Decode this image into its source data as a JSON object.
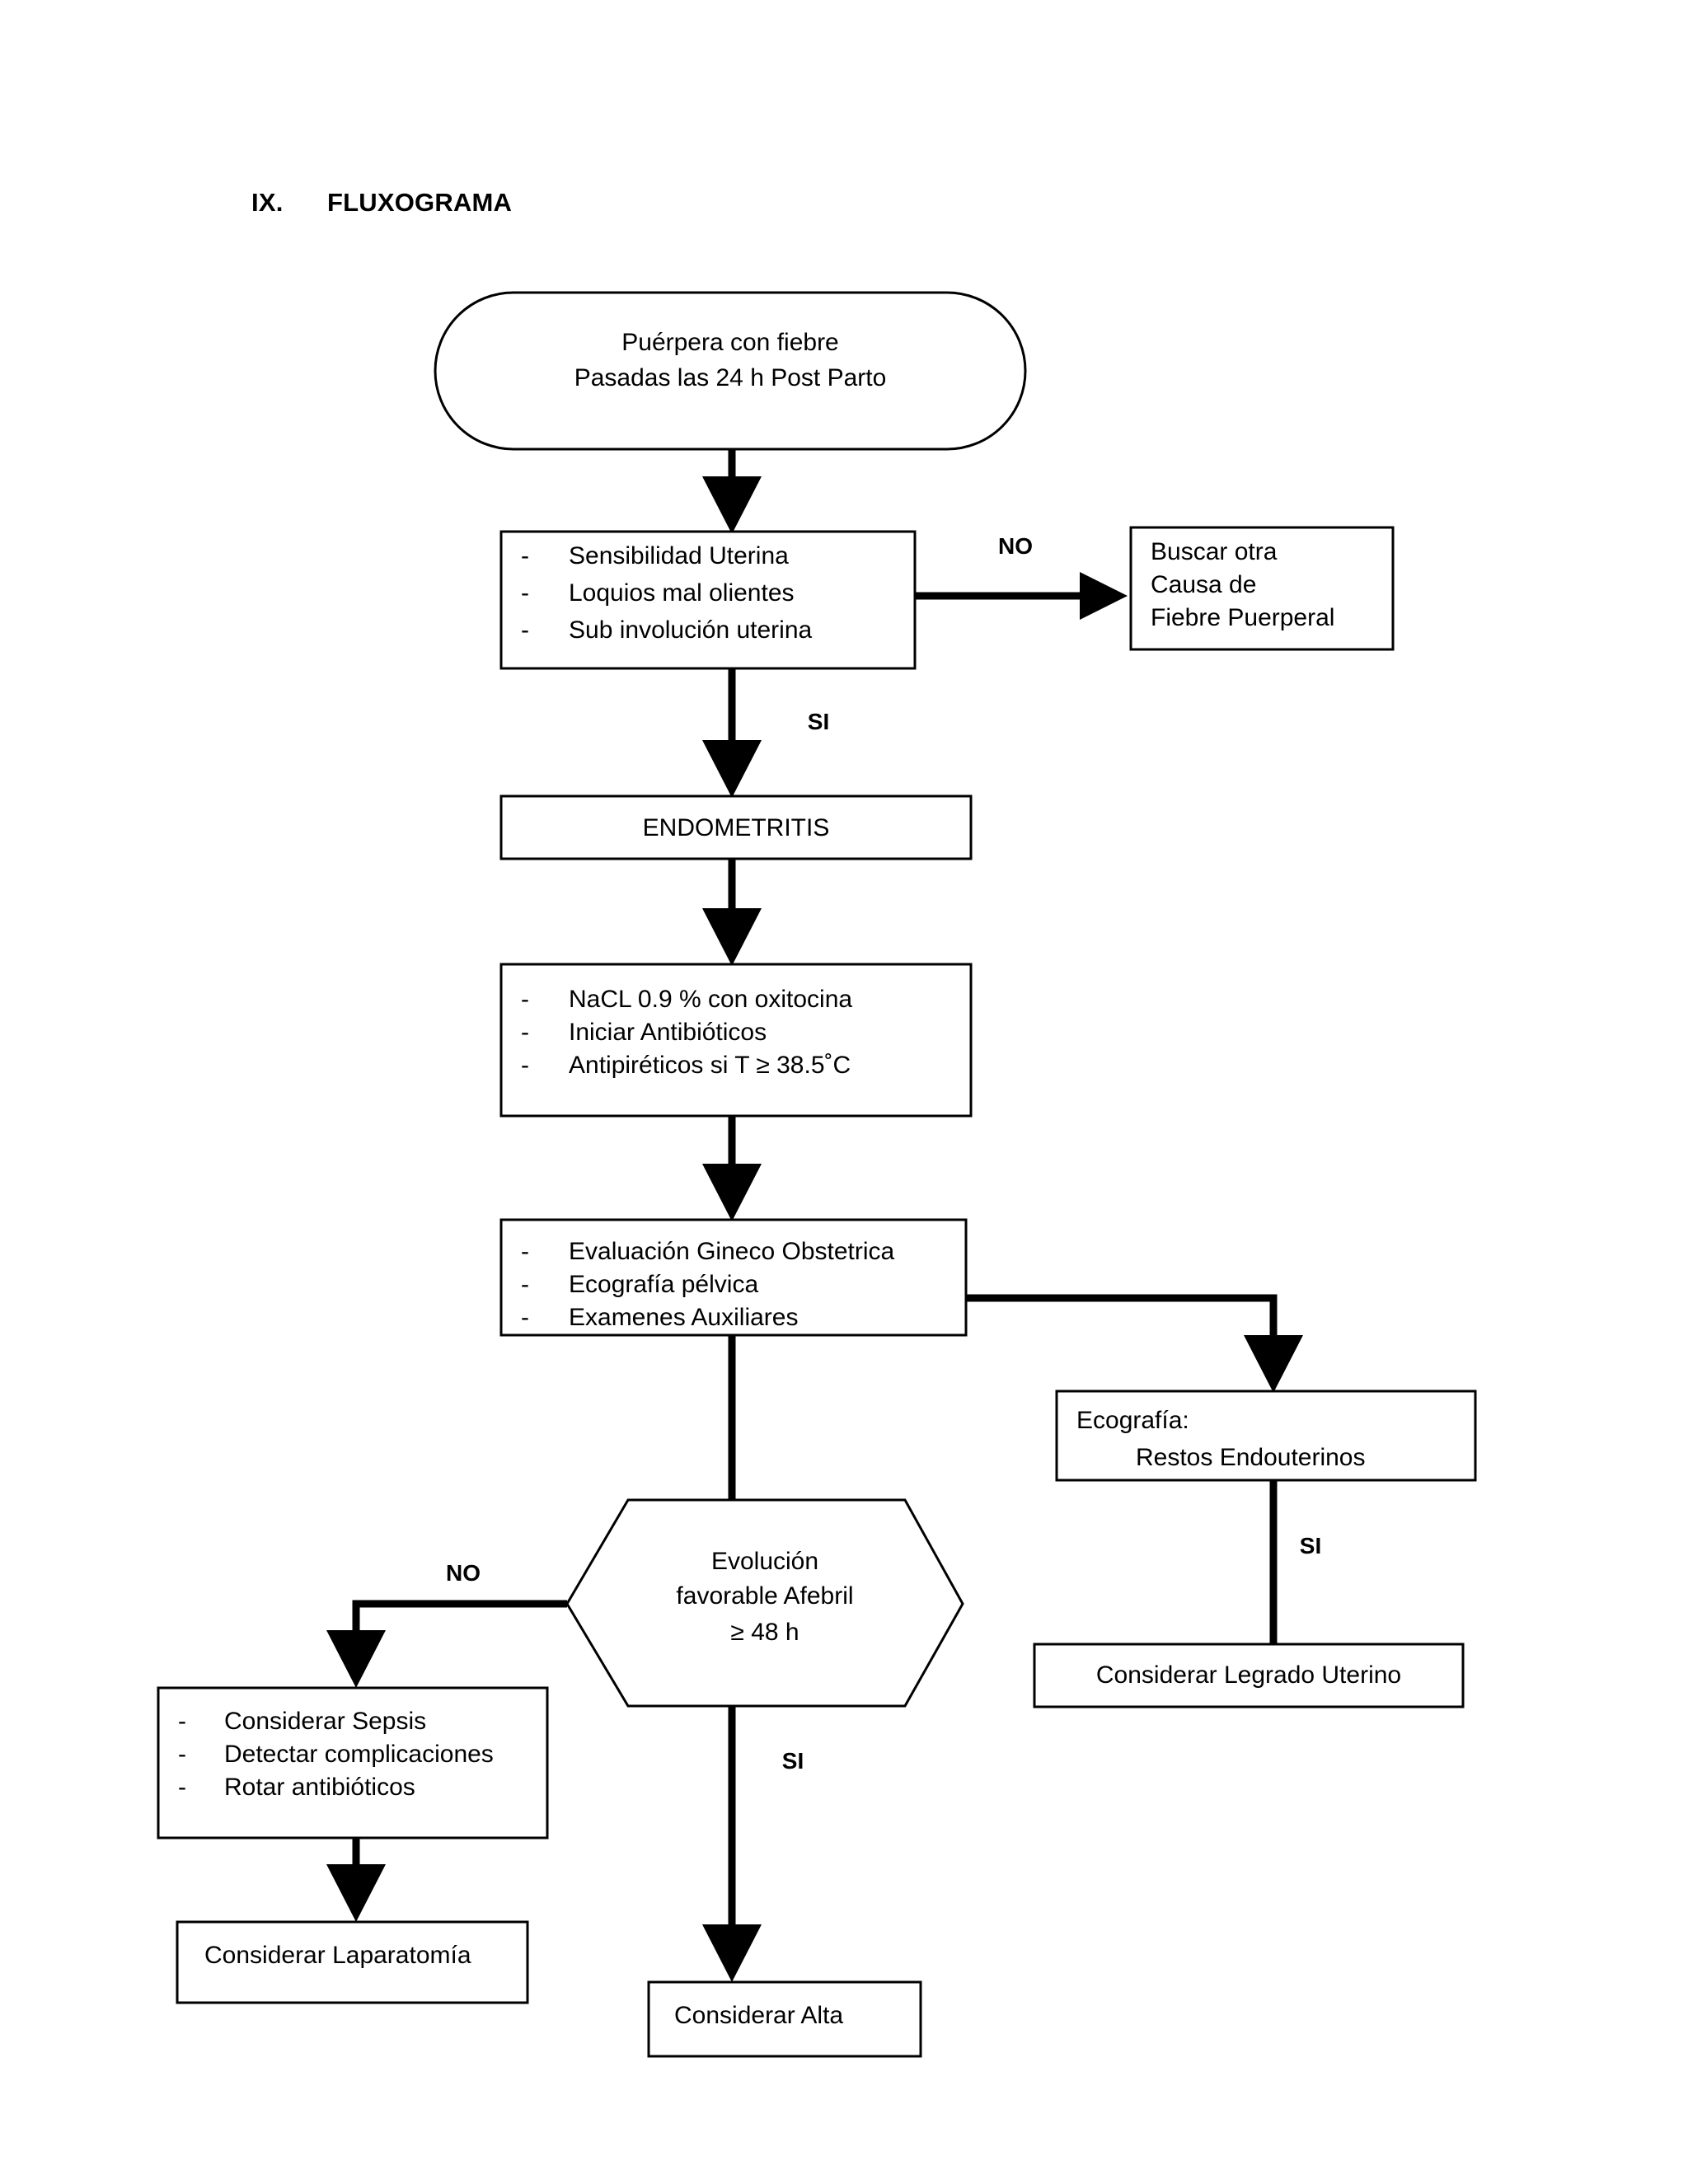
{
  "document": {
    "section_number": "IX.",
    "section_title": "FLUXOGRAMA"
  },
  "nodes": {
    "start": {
      "shape": "stadium",
      "lines": [
        "Puérpera con fiebre",
        "Pasadas las 24 h Post Parto"
      ]
    },
    "criteria": {
      "shape": "rect",
      "bullets": [
        "Sensibilidad Uterina",
        "Loquios mal olientes",
        "Sub involución uterina"
      ]
    },
    "other_cause": {
      "shape": "rect",
      "lines": [
        "Buscar otra",
        "Causa de",
        "Fiebre Puerperal"
      ]
    },
    "endometritis": {
      "shape": "rect",
      "label": "ENDOMETRITIS"
    },
    "treatment": {
      "shape": "rect",
      "bullets": [
        "NaCL 0.9 % con oxitocina",
        "Iniciar Antibióticos",
        "Antipiréticos si T ≥ 38.5˚C"
      ]
    },
    "evaluation": {
      "shape": "rect",
      "bullets": [
        "Evaluación Gineco Obstetrica",
        "Ecografía pélvica",
        "Examenes Auxiliares"
      ]
    },
    "ultrasound": {
      "shape": "rect",
      "lines": [
        "Ecografía:",
        "Restos Endouterinos"
      ]
    },
    "curettage": {
      "shape": "rect",
      "label": "Considerar Legrado Uterino"
    },
    "decision": {
      "shape": "hexagon",
      "lines": [
        "Evolución",
        "favorable Afebril",
        "≥ 48 h"
      ]
    },
    "sepsis": {
      "shape": "rect",
      "bullets": [
        "Considerar Sepsis",
        "Detectar complicaciones",
        "Rotar antibióticos"
      ]
    },
    "laparotomy": {
      "shape": "rect",
      "label": "Considerar Laparatomía"
    },
    "discharge": {
      "shape": "rect",
      "label": "Considerar Alta"
    }
  },
  "edge_labels": {
    "criteria_no": "NO",
    "criteria_si": "SI",
    "ultrasound_si": "SI",
    "decision_no": "NO",
    "decision_si": "SI"
  },
  "bullet_marker": "-",
  "colors": {
    "background": "#ffffff",
    "ink": "#000000"
  }
}
